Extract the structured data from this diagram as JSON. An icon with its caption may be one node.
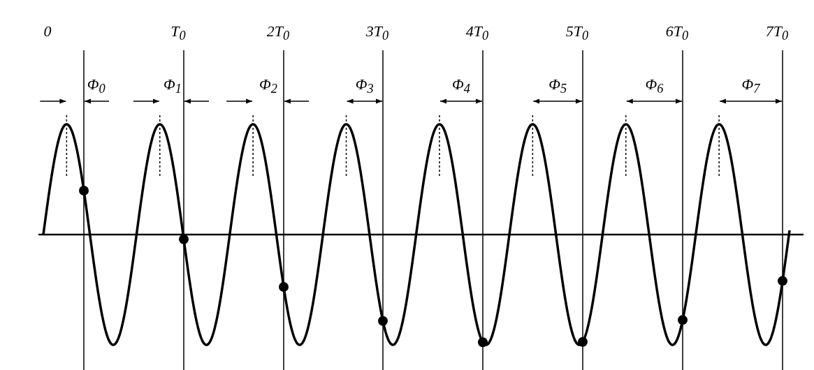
{
  "diagram": {
    "labels": [
      "0",
      "T$_{0}$",
      "2T$_{0}$",
      "3T$_{0}$",
      "4T$_{0}$",
      "5T$_{0}$",
      "6T$_{0}$",
      "7T$_{0}$",
      "Φ$_{0}$",
      "Φ$_{1}$",
      "Φ$_{2}$",
      "Φ$_{3}$",
      "Φ$_{4}$",
      "Φ$_{5}$",
      "Φ$_{6}$",
      "Φ$_{7}$"
    ]
  }
}
